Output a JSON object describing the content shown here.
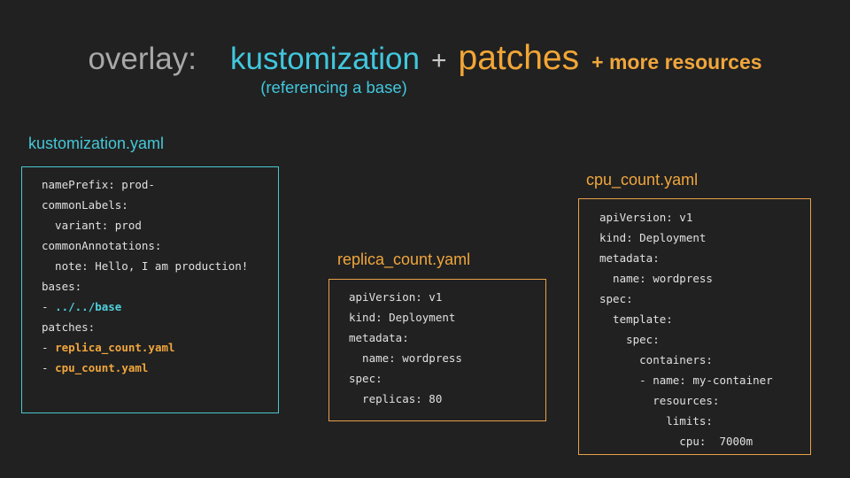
{
  "colors": {
    "background": "#212121",
    "accent_cyan": "#45c8d8",
    "accent_orange": "#f0a63c",
    "title_gray": "#a8a8a8",
    "code_text": "#e0e0e0"
  },
  "title": {
    "prefix": "overlay:",
    "term_cyan": "kustomization",
    "plus": "+",
    "term_orange": "patches",
    "suffix": "+ more resources",
    "subtitle": "(referencing a base)"
  },
  "panels": [
    {
      "label": "kustomization.yaml",
      "accent": "cyan",
      "lines": [
        {
          "t": "namePrefix: prod-"
        },
        {
          "t": "commonLabels:"
        },
        {
          "t": "  variant: prod"
        },
        {
          "t": "commonAnnotations:"
        },
        {
          "t": "  note: Hello, I am production!"
        },
        {
          "t": "bases:"
        },
        {
          "t": "- ",
          "h": "../../base",
          "c": "cyan"
        },
        {
          "t": "patches:"
        },
        {
          "t": "- ",
          "h": "replica_count.yaml",
          "c": "orange"
        },
        {
          "t": "- ",
          "h": "cpu_count.yaml",
          "c": "orange"
        }
      ]
    },
    {
      "label": "replica_count.yaml",
      "accent": "orange",
      "lines": [
        {
          "t": "apiVersion: v1"
        },
        {
          "t": "kind: Deployment"
        },
        {
          "t": "metadata:"
        },
        {
          "t": "  name: wordpress"
        },
        {
          "t": "spec:"
        },
        {
          "t": "  replicas: 80"
        }
      ]
    },
    {
      "label": "cpu_count.yaml",
      "accent": "orange",
      "lines": [
        {
          "t": "apiVersion: v1"
        },
        {
          "t": "kind: Deployment"
        },
        {
          "t": "metadata:"
        },
        {
          "t": "  name: wordpress"
        },
        {
          "t": "spec:"
        },
        {
          "t": "  template:"
        },
        {
          "t": "    spec:"
        },
        {
          "t": "      containers:"
        },
        {
          "t": "      - name: my-container"
        },
        {
          "t": "        resources:"
        },
        {
          "t": "          limits:"
        },
        {
          "t": "            cpu:  7000m"
        }
      ]
    }
  ]
}
